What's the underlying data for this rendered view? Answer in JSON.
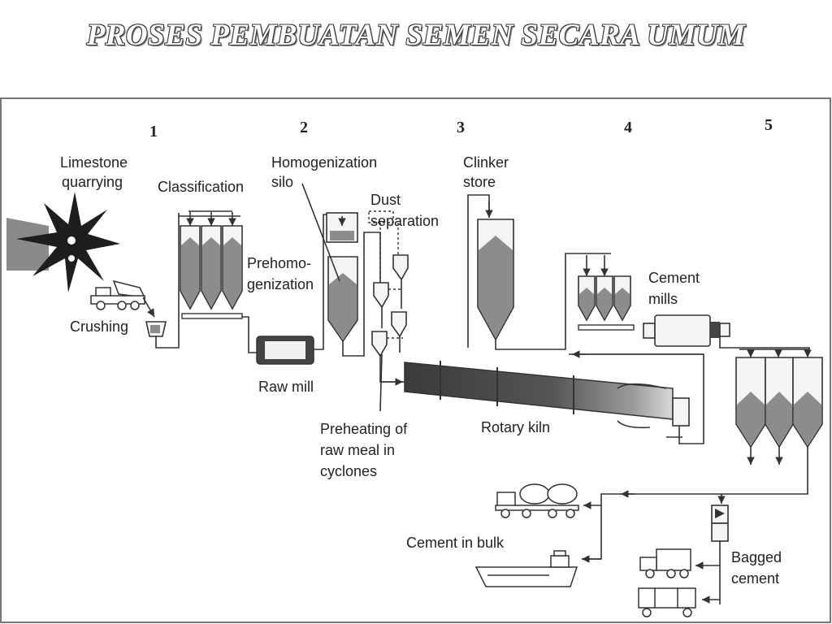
{
  "slide": {
    "title": "PROSES PEMBUATAN SEMEN SECARA UMUM"
  },
  "steps": [
    "1",
    "2",
    "3",
    "4",
    "5"
  ],
  "labels": {
    "limestone_1": "Limestone",
    "limestone_2": "quarrying",
    "classification": "Classification",
    "homogenization_1": "Homogenization",
    "homogenization_2": "silo",
    "dust_1": "Dust",
    "dust_2": "separation",
    "clinker_1": "Clinker",
    "clinker_2": "store",
    "cement_mills_1": "Cement",
    "cement_mills_2": "mills",
    "prehomo_1": "Prehomo-",
    "prehomo_2": "genization",
    "crushing": "Crushing",
    "raw_mill": "Raw mill",
    "preheating_1": "Preheating of",
    "preheating_2": "raw meal in",
    "preheating_3": "cyclones",
    "rotary_kiln": "Rotary kiln",
    "cement_bulk": "Cement in bulk",
    "bagged_1": "Bagged",
    "bagged_2": "cement"
  },
  "icons": [
    "quarry-explosion-icon",
    "dump-truck-icon",
    "tanker-truck-icon",
    "ship-icon",
    "delivery-truck-icon",
    "rail-wagon-icon"
  ]
}
